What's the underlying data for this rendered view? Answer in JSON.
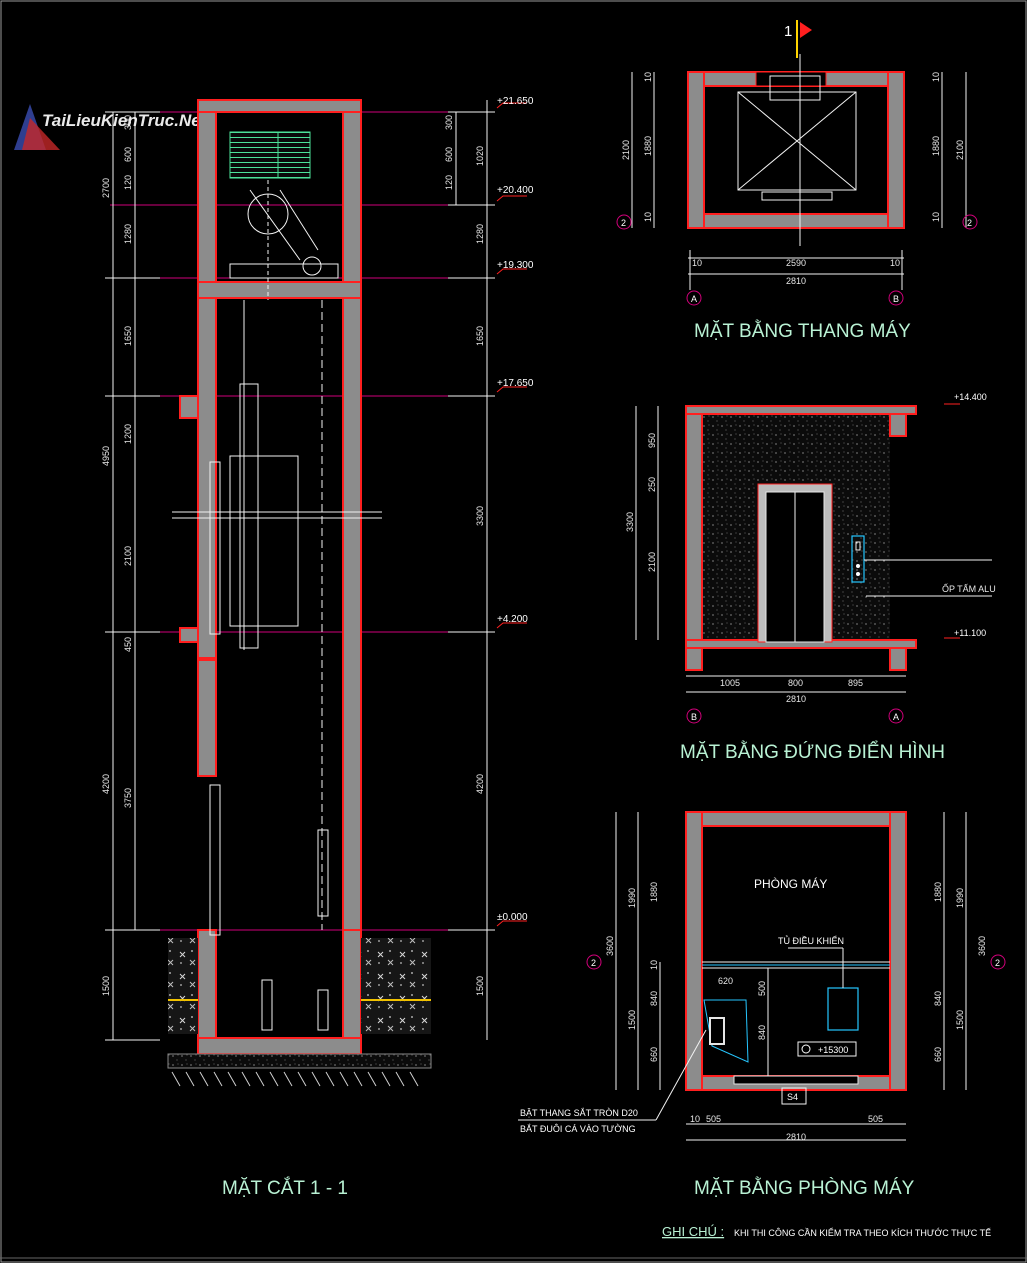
{
  "watermark": "TaiLieuKienTruc.Net",
  "section_mark": "1",
  "section": {
    "title": "MẶT CẮT 1 - 1",
    "levels": [
      "+21.650",
      "+20.400",
      "+19.300",
      "+17.650",
      "+4.200",
      "±0.000"
    ],
    "dims_left_outer": [
      "2700",
      "1280",
      "1650",
      "4950",
      "4200",
      "1500"
    ],
    "dims_left_inner": [
      "300",
      "600",
      "120",
      "1200",
      "2100",
      "450",
      "3750"
    ],
    "dims_right": [
      "300",
      "600",
      "120",
      "1020",
      "1280",
      "1650",
      "3300",
      "4200",
      "1500"
    ]
  },
  "plan_elevator": {
    "title": "MẶT BẰNG THANG MÁY",
    "dims_vertical": [
      "2100",
      "1880",
      "10",
      "10"
    ],
    "dims_horizontal": [
      "10",
      "2590",
      "10",
      "2810"
    ],
    "axes": [
      "2",
      "A",
      "B"
    ]
  },
  "elevation": {
    "title": "MẶT BẰNG ĐỨNG ĐIỂN HÌNH",
    "levels": [
      "+14.400",
      "+11.100"
    ],
    "dims_vertical": [
      "950",
      "250",
      "2100",
      "3300"
    ],
    "dims_horizontal": [
      "1005",
      "800",
      "895",
      "2810"
    ],
    "note": "ỐP TẤM ALU",
    "axes": [
      "B",
      "A"
    ]
  },
  "machine_room": {
    "title": "MẶT BẰNG PHÒNG MÁY",
    "room_label": "PHÒNG MÁY",
    "cabinet_label": "TỦ ĐIỀU KHIỂN",
    "level_tag": "+15300",
    "door_tag": "S4",
    "ladder_note_1": "BẬT THANG SẮT TRÒN D20",
    "ladder_note_2": "BẮT ĐUÔI CÁ VÀO TƯỜNG",
    "dims_vertical": [
      "1990",
      "1880",
      "3600",
      "10",
      "840",
      "1500",
      "660"
    ],
    "dims_inner": [
      "620",
      "500",
      "840"
    ],
    "dims_horizontal": [
      "10",
      "505",
      "505",
      "2810"
    ],
    "axes": [
      "2"
    ]
  },
  "note": {
    "label": "GHI CHÚ :",
    "text": "KHI THI CÔNG CẦN KIỂM TRA THEO KÍCH THƯỚC THỰC TẾ"
  },
  "colors": {
    "background": "#000000",
    "wall_outline": "#ff1f1f",
    "wall_fill": "#8c8c8c",
    "level_line": "#d1007a",
    "title_text": "#b9f2d4",
    "cabinet": "#26c6ff"
  }
}
